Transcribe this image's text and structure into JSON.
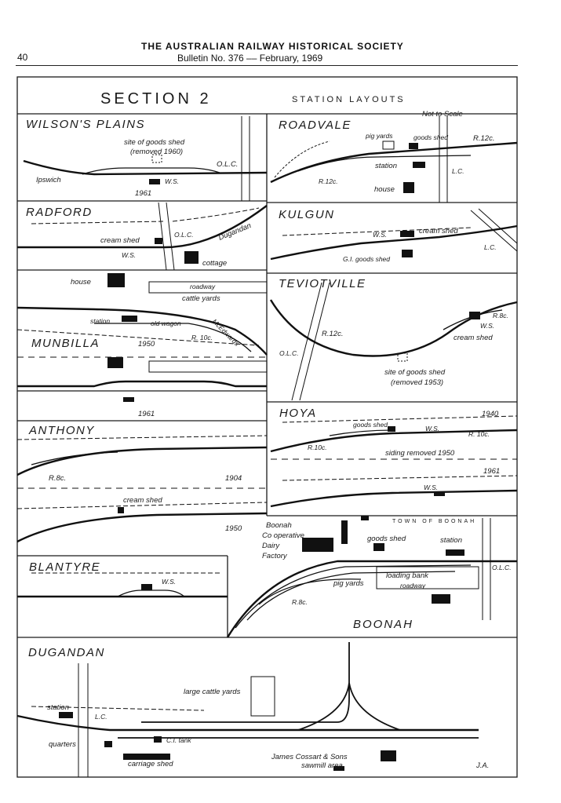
{
  "page": {
    "number": "40",
    "society": "THE AUSTRALIAN RAILWAY HISTORICAL SOCIETY",
    "bulletin": "Bulletin No. 376 –– February, 1969"
  },
  "section": {
    "title": "SECTION 2",
    "subtitle": "STATION LAYOUTS",
    "scale_note": "Not to Scale"
  },
  "panels": {
    "wilsons_plains": {
      "name": "WILSON'S PLAINS",
      "goods_shed": "site of goods shed",
      "removed": "(removed 1960)",
      "olc": "O.L.C.",
      "ipswich": "Ipswich",
      "ws": "W.S.",
      "year": "1961"
    },
    "roadvale": {
      "name": "ROADVALE",
      "pig_yards": "pig yards",
      "goods_shed": "goods shed",
      "r12a": "R.12c.",
      "station": "station",
      "lc": "L.C.",
      "r12b": "R.12c.",
      "house": "house"
    },
    "radford": {
      "name": "RADFORD",
      "cream_shed": "cream shed",
      "olc": "O.L.C.",
      "dugandan": "Dugandan",
      "ws": "W.S.",
      "cottage": "cottage"
    },
    "kulgun": {
      "name": "KULGUN",
      "ws": "W.S.",
      "cream_shed": "cream shed",
      "goods_shed": "G.I. goods shed",
      "lc": "L.C."
    },
    "munbilla": {
      "name": "MUNBILLA",
      "house": "house",
      "roadway": "roadway",
      "cattle_yards": "cattle yards",
      "station": "station",
      "old_wagon": "old wagon",
      "r10": "R. 10c.",
      "mcedwards": "McEdwards",
      "year1950": "1950",
      "year1961": "1961"
    },
    "teviotville": {
      "name": "TEVIOTVILLE",
      "r12": "R.12c.",
      "olc": "O.L.C.",
      "r8": "R.8c.",
      "ws": "W.S.",
      "cream_shed": "cream shed",
      "goods_shed": "site of goods shed",
      "removed": "(removed 1953)"
    },
    "anthony": {
      "name": "ANTHONY",
      "r8": "R.8c.",
      "year1904": "1904",
      "cream_shed": "cream shed",
      "year1950": "1950"
    },
    "hoya": {
      "name": "HOYA",
      "year1940": "1940",
      "goods_shed": "goods shed",
      "ws": "W.S.",
      "r10a": "R. 10c.",
      "r10b": "R.10c.",
      "siding": "siding removed 1950",
      "year1961": "1961",
      "ws2": "W.S."
    },
    "boonah": {
      "town": "TOWN OF BOONAH",
      "dairy_1": "Boonah",
      "dairy_2": "Co operative",
      "dairy_3": "Dairy",
      "dairy_4": "Factory",
      "goods_shed": "goods shed",
      "station": "station",
      "olc": "O.L.C.",
      "loading_bank": "loading bank",
      "roadway": "roadway",
      "pig_yards": "pig yards",
      "r8": "R.8c.",
      "name": "BOONAH"
    },
    "blantyre": {
      "name": "BLANTYRE",
      "ws": "W.S."
    },
    "dugandan": {
      "name": "DUGANDAN",
      "cattle_yards": "large cattle yards",
      "station": "station",
      "lc": "L.C.",
      "ci_tank": "C.I. tank",
      "quarters": "quarters",
      "cossart_1": "James Cossart & Sons",
      "cossart_2": "sawmill area",
      "carriage_shed": "carriage shed",
      "initials": "J.A."
    }
  }
}
